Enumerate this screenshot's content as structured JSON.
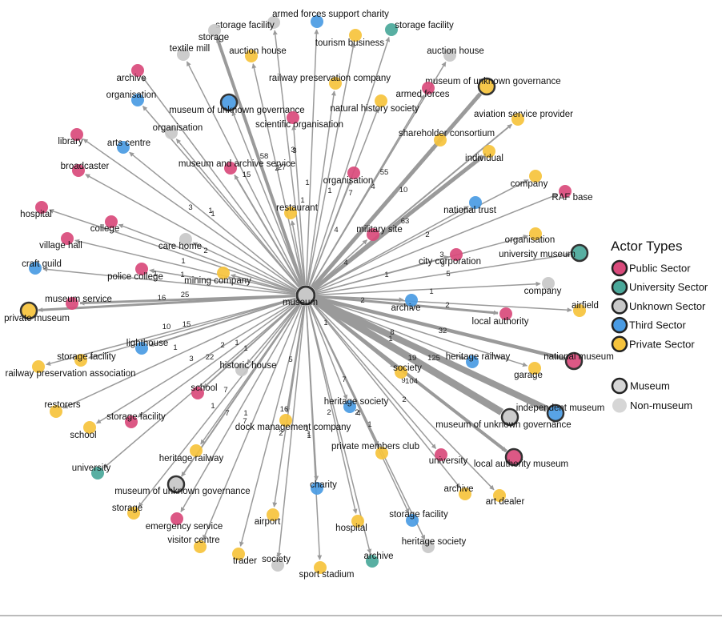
{
  "colors": {
    "Public Sector": "#d94a7b",
    "University Sector": "#4aa89a",
    "Unknown Sector": "#c8c8c8",
    "Third Sector": "#4a9be3",
    "Private Sector": "#f6c33c",
    "edge": "#9a9a9a",
    "ring": "#333333"
  },
  "center": {
    "label": "museum",
    "type": "Unknown Sector",
    "museum": true
  },
  "nodes": [
    {
      "label": "storage facility",
      "type": "Unknown Sector",
      "museum": false,
      "edge": ""
    },
    {
      "label": "armed forces support charity",
      "type": "Third Sector",
      "museum": false,
      "edge": ""
    },
    {
      "label": "storage facility",
      "type": "University Sector",
      "museum": false,
      "edge": ""
    },
    {
      "label": "storage",
      "type": "Unknown Sector",
      "museum": false,
      "edge": "58"
    },
    {
      "label": "textile mill",
      "type": "Unknown Sector",
      "museum": false,
      "edge": ""
    },
    {
      "label": "auction house",
      "type": "Private Sector",
      "museum": false,
      "edge": "2"
    },
    {
      "label": "tourism business",
      "type": "Private Sector",
      "museum": false,
      "edge": "1"
    },
    {
      "label": "auction house",
      "type": "Unknown Sector",
      "museum": false,
      "edge": ""
    },
    {
      "label": "archive",
      "type": "Public Sector",
      "museum": false,
      "edge": ""
    },
    {
      "label": "railway preservation company",
      "type": "Private Sector",
      "museum": false,
      "edge": "3"
    },
    {
      "label": "museum of unknown governance",
      "type": "Private Sector",
      "museum": true,
      "edge": "55"
    },
    {
      "label": "organisation",
      "type": "Third Sector",
      "museum": false,
      "edge": ""
    },
    {
      "label": "armed forces",
      "type": "Public Sector",
      "museum": false,
      "edge": ""
    },
    {
      "label": "museum of unknown governance",
      "type": "Third Sector",
      "museum": true,
      "edge": "15"
    },
    {
      "label": "natural history society",
      "type": "Private Sector",
      "museum": false,
      "edge": "1"
    },
    {
      "label": "aviation service provider",
      "type": "Private Sector",
      "museum": false,
      "edge": "10"
    },
    {
      "label": "scientific organisation",
      "type": "Public Sector",
      "museum": false,
      "edge": "3"
    },
    {
      "label": "organisation",
      "type": "Unknown Sector",
      "museum": false,
      "edge": ""
    },
    {
      "label": "shareholder consortium",
      "type": "Private Sector",
      "museum": false,
      "edge": "4"
    },
    {
      "label": "library",
      "type": "Public Sector",
      "museum": false,
      "edge": ""
    },
    {
      "label": "arts centre",
      "type": "Third Sector",
      "museum": false,
      "edge": "1"
    },
    {
      "label": "individual",
      "type": "Private Sector",
      "museum": false,
      "edge": "63"
    },
    {
      "label": "museum and archive service",
      "type": "Public Sector",
      "museum": false,
      "edge": "27"
    },
    {
      "label": "broadcaster",
      "type": "Public Sector",
      "museum": false,
      "edge": "3"
    },
    {
      "label": "organisation",
      "type": "Public Sector",
      "museum": false,
      "edge": "7"
    },
    {
      "label": "company",
      "type": "Private Sector",
      "museum": false,
      "edge": "2"
    },
    {
      "label": "RAF base",
      "type": "Public Sector",
      "museum": false,
      "edge": "3"
    },
    {
      "label": "restaurant",
      "type": "Private Sector",
      "museum": false,
      "edge": "1"
    },
    {
      "label": "national trust",
      "type": "Third Sector",
      "museum": false,
      "edge": "4"
    },
    {
      "label": "hospital",
      "type": "Public Sector",
      "museum": false,
      "edge": "1"
    },
    {
      "label": "college",
      "type": "Public Sector",
      "museum": false,
      "edge": "2"
    },
    {
      "label": "military site",
      "type": "Public Sector",
      "museum": false,
      "edge": "4"
    },
    {
      "label": "village hall",
      "type": "Public Sector",
      "museum": false,
      "edge": ""
    },
    {
      "label": "care home",
      "type": "Unknown Sector",
      "museum": false,
      "edge": "1"
    },
    {
      "label": "organisation",
      "type": "Private Sector",
      "museum": false,
      "edge": "9"
    },
    {
      "label": "university museum",
      "type": "University Sector",
      "museum": true,
      "edge": "5"
    },
    {
      "label": "craft guild",
      "type": "Third Sector",
      "museum": false,
      "edge": "1"
    },
    {
      "label": "city corporation",
      "type": "Public Sector",
      "museum": false,
      "edge": "1"
    },
    {
      "label": "police college",
      "type": "Public Sector",
      "museum": false,
      "edge": "1"
    },
    {
      "label": "mining company",
      "type": "Private Sector",
      "museum": false,
      "edge": "1"
    },
    {
      "label": "company",
      "type": "Unknown Sector",
      "museum": false,
      "edge": "1"
    },
    {
      "label": "museum service",
      "type": "Public Sector",
      "museum": false,
      "edge": "25"
    },
    {
      "label": "archive",
      "type": "Third Sector",
      "museum": false,
      "edge": "2"
    },
    {
      "label": "airfield",
      "type": "Private Sector",
      "museum": false,
      "edge": "2"
    },
    {
      "label": "private museum",
      "type": "Private Sector",
      "museum": true,
      "edge": "16"
    },
    {
      "label": "local authority",
      "type": "Public Sector",
      "museum": false,
      "edge": "3"
    },
    {
      "label": "lighthouse",
      "type": "Third Sector",
      "museum": false,
      "edge": "15"
    },
    {
      "label": "national museum",
      "type": "Public Sector",
      "museum": true,
      "edge": "32"
    },
    {
      "label": "storage facility",
      "type": "Private Sector",
      "museum": false,
      "edge": "10"
    },
    {
      "label": "heritage railway",
      "type": "Third Sector",
      "museum": false,
      "edge": "1"
    },
    {
      "label": "railway preservation association",
      "type": "Private Sector",
      "museum": false,
      "edge": "1"
    },
    {
      "label": "historic house",
      "type": "Unknown Sector",
      "museum": false,
      "edge": "2"
    },
    {
      "label": "garage",
      "type": "Private Sector",
      "museum": false,
      "edge": "125"
    },
    {
      "label": "society",
      "type": "Private Sector",
      "museum": false,
      "edge": "19"
    },
    {
      "label": "school",
      "type": "Public Sector",
      "museum": false,
      "edge": "22"
    },
    {
      "label": "restorers",
      "type": "Private Sector",
      "museum": false,
      "edge": "3"
    },
    {
      "label": "independent museum",
      "type": "Third Sector",
      "museum": true,
      "edge": "8"
    },
    {
      "label": "storage facility",
      "type": "Public Sector",
      "museum": false,
      "edge": "1"
    },
    {
      "label": "school",
      "type": "Private Sector",
      "museum": false,
      "edge": ""
    },
    {
      "label": "heritage society",
      "type": "Third Sector",
      "museum": false,
      "edge": "7"
    },
    {
      "label": "museum of unknown governance",
      "type": "Unknown Sector",
      "museum": true,
      "edge": "104"
    },
    {
      "label": "dock management company",
      "type": "Private Sector",
      "museum": false,
      "edge": "16"
    },
    {
      "label": "university",
      "type": "University Sector",
      "museum": false,
      "edge": "1"
    },
    {
      "label": "heritage railway",
      "type": "Private Sector",
      "museum": false,
      "edge": "7"
    },
    {
      "label": "private members club",
      "type": "Private Sector",
      "museum": false,
      "edge": "2"
    },
    {
      "label": "local authority museum",
      "type": "Public Sector",
      "museum": true,
      "edge": "9"
    },
    {
      "label": "university",
      "type": "Public Sector",
      "museum": false,
      "edge": "2"
    },
    {
      "label": "museum of unknown governance",
      "type": "Unknown Sector",
      "museum": true,
      "edge": "7"
    },
    {
      "label": "charity",
      "type": "Third Sector",
      "museum": false,
      "edge": "1"
    },
    {
      "label": "archive",
      "type": "Private Sector",
      "museum": false,
      "edge": "2"
    },
    {
      "label": "art dealer",
      "type": "Private Sector",
      "museum": false,
      "edge": "1"
    },
    {
      "label": "storage",
      "type": "Private Sector",
      "museum": false,
      "edge": "1"
    },
    {
      "label": "emergency service",
      "type": "Public Sector",
      "museum": false,
      "edge": "5"
    },
    {
      "label": "airport",
      "type": "Private Sector",
      "museum": false,
      "edge": "2"
    },
    {
      "label": "hospital",
      "type": "Private Sector",
      "museum": false,
      "edge": "4"
    },
    {
      "label": "storage facility",
      "type": "Third Sector",
      "museum": false,
      "edge": "1"
    },
    {
      "label": "visitor centre",
      "type": "Private Sector",
      "museum": false,
      "edge": "7"
    },
    {
      "label": "heritage society",
      "type": "Unknown Sector",
      "museum": false,
      "edge": ""
    },
    {
      "label": "trader",
      "type": "Private Sector",
      "museum": false,
      "edge": "1"
    },
    {
      "label": "society",
      "type": "Unknown Sector",
      "museum": false,
      "edge": ""
    },
    {
      "label": "archive",
      "type": "University Sector",
      "museum": false,
      "edge": "1"
    },
    {
      "label": "sport stadium",
      "type": "Private Sector",
      "museum": false,
      "edge": "1"
    }
  ],
  "legend": {
    "title": "Actor Types",
    "sectors": [
      {
        "label": "Public Sector",
        "type": "Public Sector"
      },
      {
        "label": "University Sector",
        "type": "University Sector"
      },
      {
        "label": "Unknown Sector",
        "type": "Unknown Sector"
      },
      {
        "label": "Third Sector",
        "type": "Third Sector"
      },
      {
        "label": "Private Sector",
        "type": "Private Sector"
      }
    ],
    "kinds": [
      {
        "label": "Museum",
        "museum": true
      },
      {
        "label": "Non-museum",
        "museum": false
      }
    ]
  }
}
